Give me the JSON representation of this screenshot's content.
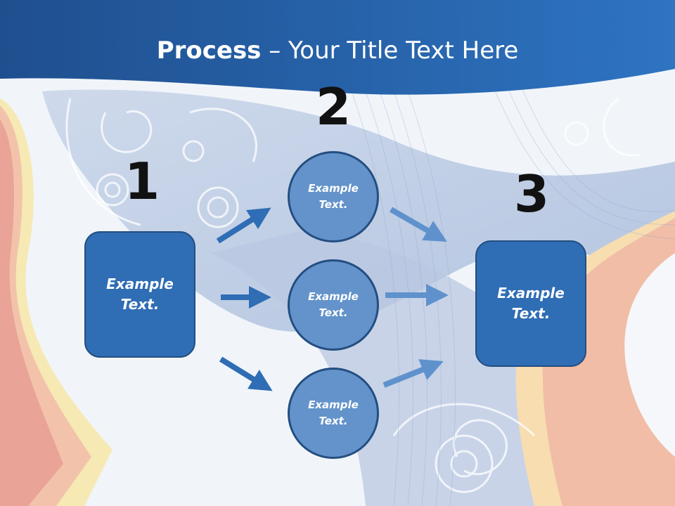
{
  "slide": {
    "title_bold": "Process",
    "title_rest": " – Your Title Text Here"
  },
  "steps": [
    {
      "number": "1"
    },
    {
      "number": "2"
    },
    {
      "number": "3"
    }
  ],
  "start_box": {
    "line1": "Example",
    "line2": "Text."
  },
  "circles": [
    {
      "line1": "Example",
      "line2": "Text."
    },
    {
      "line1": "Example",
      "line2": "Text."
    },
    {
      "line1": "Example",
      "line2": "Text."
    }
  ],
  "end_box": {
    "line1": "Example",
    "line2": "Text."
  },
  "colors": {
    "header": "#2a5fa6",
    "box_fill": "#2f6db4",
    "circle_fill": "#6393ca",
    "arrow_dark": "#2f6db4",
    "arrow_light": "#5f92cc"
  }
}
